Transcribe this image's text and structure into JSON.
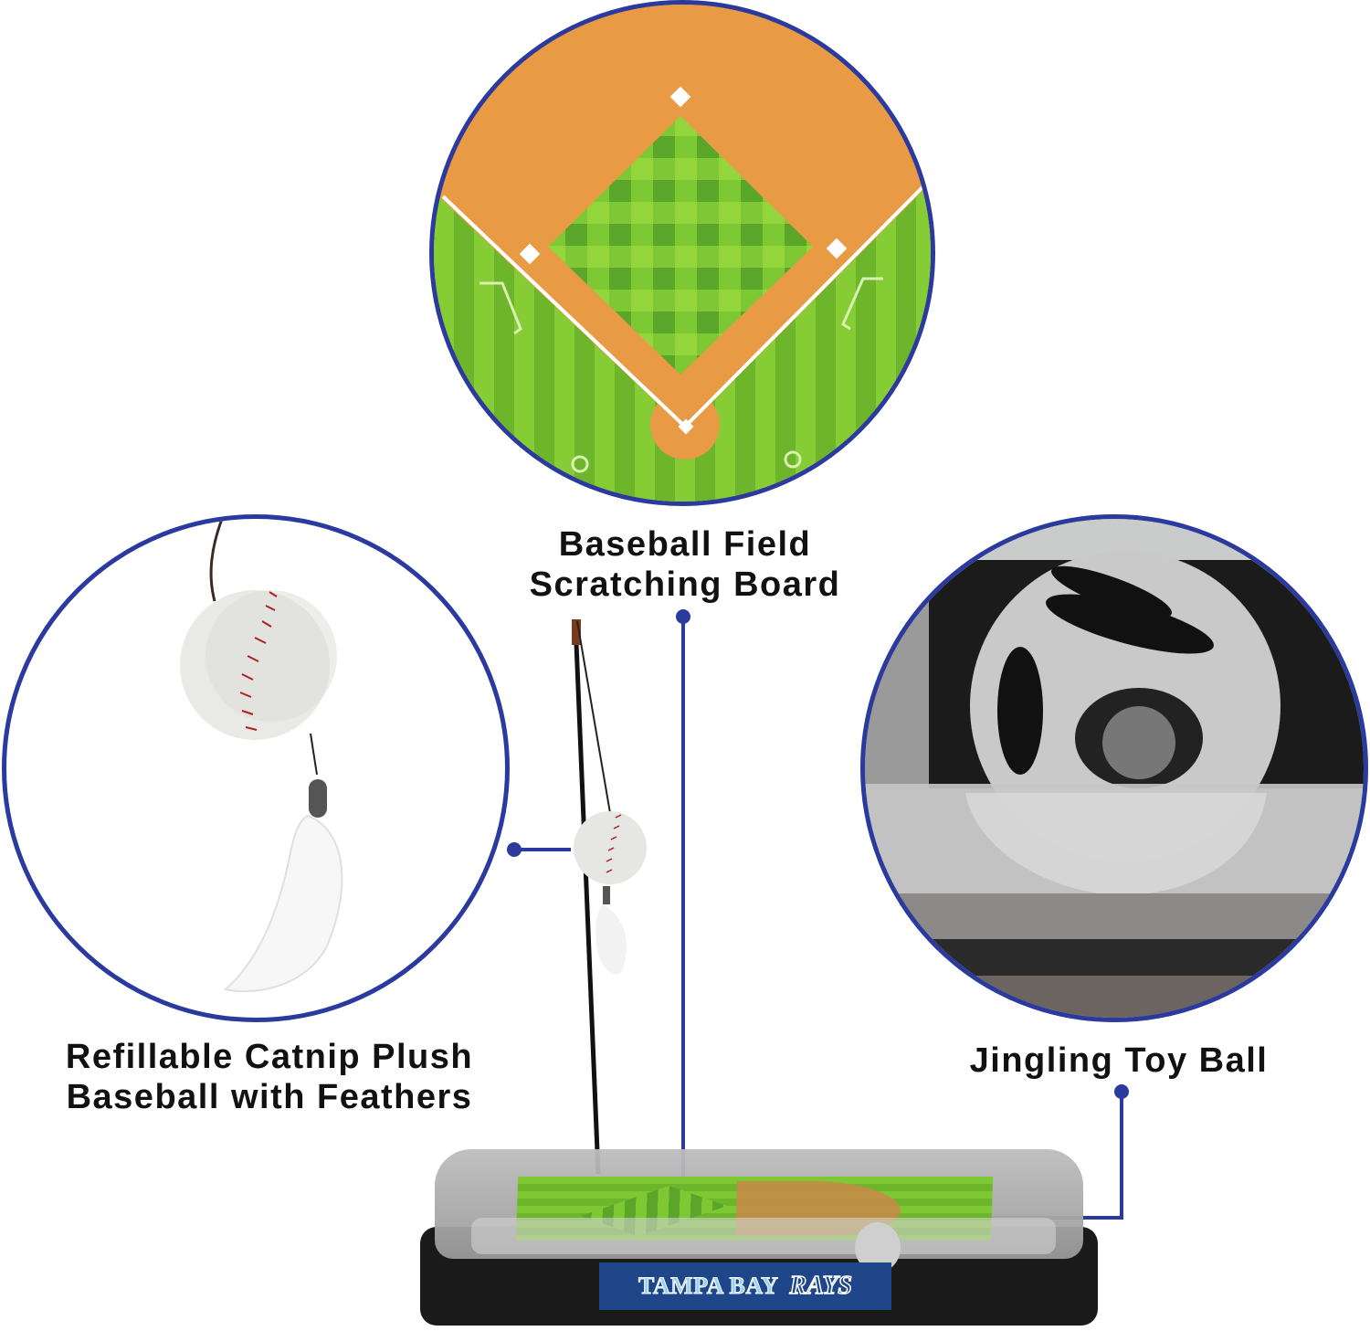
{
  "callouts": {
    "field": {
      "line1": "Baseball Field",
      "line2": "Scratching Board"
    },
    "plush": {
      "line1": "Refillable Catnip Plush",
      "line2": "Baseball with Feathers"
    },
    "jingle": {
      "label": "Jingling Toy Ball"
    }
  },
  "product": {
    "banner_left": "TAMPA BAY",
    "banner_right": "RAYS"
  },
  "colors": {
    "accent_blue": "#2b3a9e",
    "infield_dirt": "#e89a44",
    "grass_green": "#7cc431",
    "banner_blue": "#1e4689",
    "banner_text": "#9ad0f0",
    "base_black": "#1a1a1a"
  }
}
